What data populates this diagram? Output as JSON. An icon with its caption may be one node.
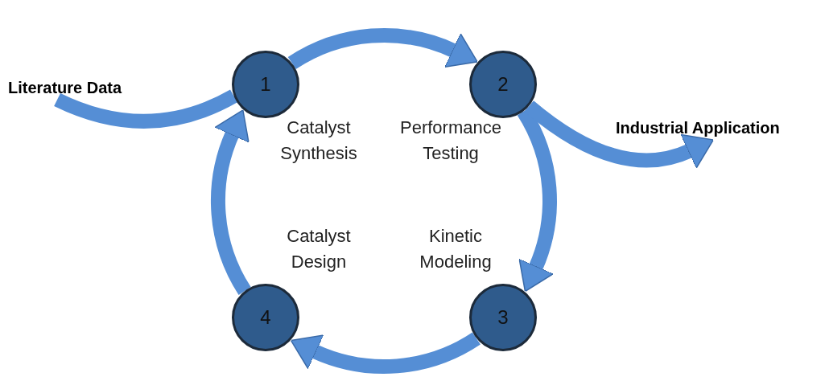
{
  "diagram": {
    "nodes": [
      {
        "text": [
          "Literature Data"
        ]
      },
      {
        "text": [
          "1"
        ],
        "beside": [
          "Catalyst Synthesis"
        ]
      },
      {
        "text": [
          "2"
        ],
        "beside": [
          "Performance Testing"
        ]
      },
      {
        "text": [
          "3"
        ],
        "beside": [
          "Kinetic Modeling"
        ]
      },
      {
        "text": [
          "4"
        ],
        "beside": [
          "Catalyst Design"
        ]
      },
      {
        "text": [
          "Industrial Application"
        ]
      }
    ],
    "edges": [
      {
        "from": 1,
        "to": 2,
        "arrow": "to"
      },
      {
        "from": 2,
        "to": 3,
        "arrow": "to"
      },
      {
        "from": 3,
        "to": 4,
        "arrow": "to"
      },
      {
        "from": 4,
        "to": 1,
        "arrow": "to"
      },
      {
        "from": 0,
        "to": 1,
        "arrow": "none"
      },
      {
        "from": 2,
        "to": 5,
        "arrow": "to"
      }
    ]
  }
}
